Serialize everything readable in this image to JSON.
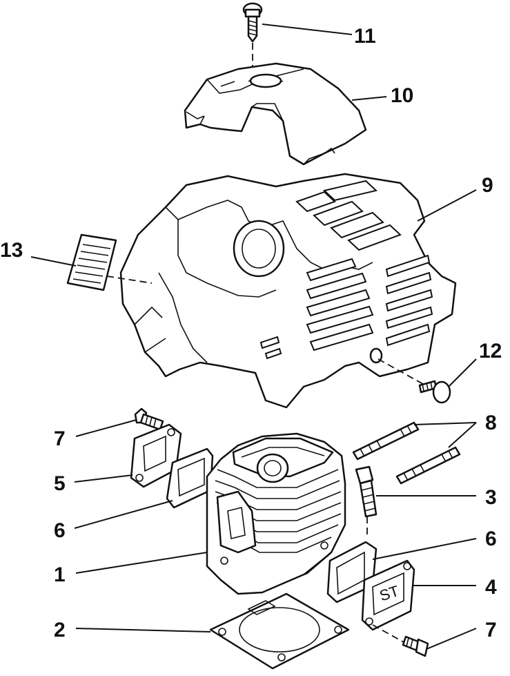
{
  "callouts": [
    {
      "id": "11",
      "label": "11"
    },
    {
      "id": "10",
      "label": "10"
    },
    {
      "id": "9",
      "label": "9"
    },
    {
      "id": "13",
      "label": "13"
    },
    {
      "id": "12",
      "label": "12"
    },
    {
      "id": "8",
      "label": "8"
    },
    {
      "id": "7a",
      "label": "7"
    },
    {
      "id": "5",
      "label": "5"
    },
    {
      "id": "3",
      "label": "3"
    },
    {
      "id": "6a",
      "label": "6"
    },
    {
      "id": "6b",
      "label": "6"
    },
    {
      "id": "1",
      "label": "1"
    },
    {
      "id": "4",
      "label": "4"
    },
    {
      "id": "2",
      "label": "2"
    },
    {
      "id": "7b",
      "label": "7"
    }
  ],
  "plate": {
    "text": "ST"
  }
}
